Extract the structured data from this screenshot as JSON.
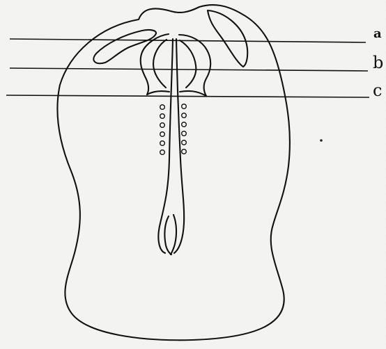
{
  "diagram": {
    "labels": {
      "a": "a",
      "b": "b",
      "c": "c"
    }
  }
}
